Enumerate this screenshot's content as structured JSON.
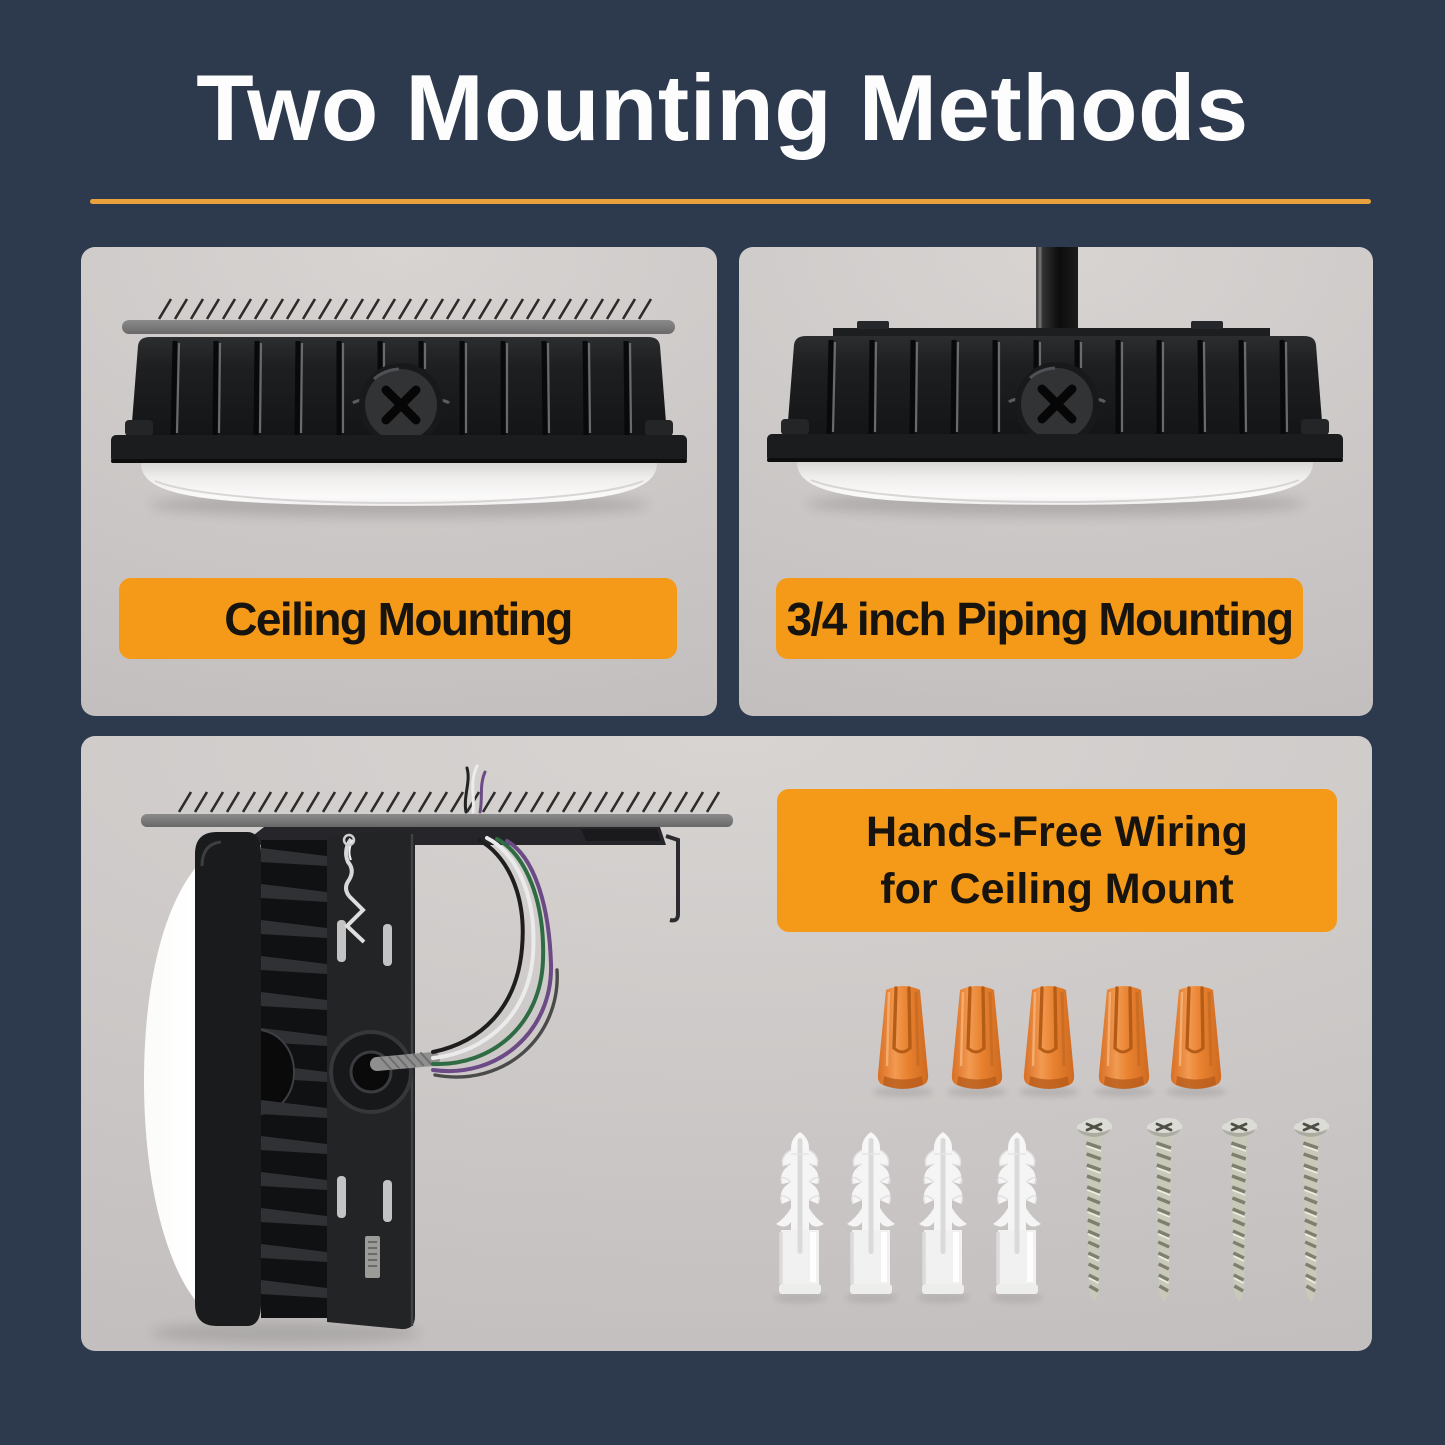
{
  "title": "Two Mounting Methods",
  "colors": {
    "background": "#2d3a4e",
    "divider": "#e8a13c",
    "label_orange": "#f49a18",
    "panel_gray": "#cbc7c7",
    "title_text": "#fdfdfe",
    "label_text": "#17130e"
  },
  "panels": {
    "ceiling": {
      "label": "Ceiling Mounting"
    },
    "piping": {
      "label": "3/4 inch Piping Mounting"
    },
    "wiring": {
      "label_line1": "Hands-Free Wiring",
      "label_line2": "for Ceiling Mount",
      "hardware": {
        "wire_nut_count": 5,
        "wall_anchor_count": 4,
        "screw_count": 4
      }
    }
  }
}
